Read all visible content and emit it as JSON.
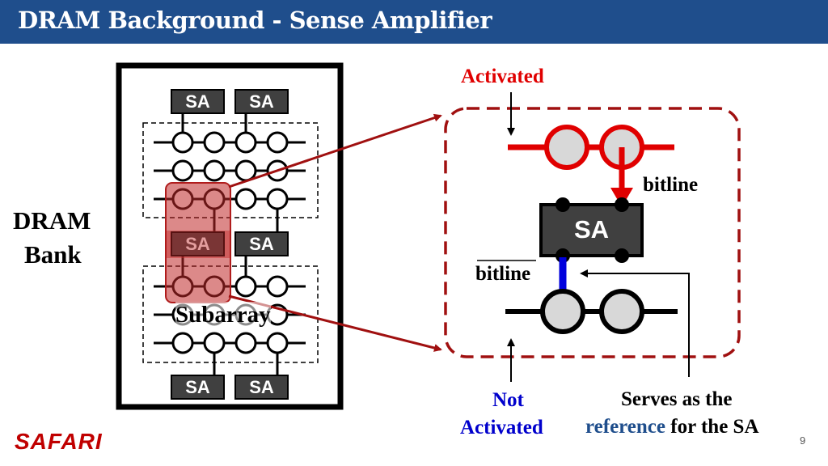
{
  "header": {
    "title": "DRAM Background - Sense Amplifier"
  },
  "bank": {
    "label_line1": "DRAM",
    "label_line2": "Bank",
    "subarray_label": "Subarray",
    "sa_label": "SA"
  },
  "zoom": {
    "activated_label": "Activated",
    "bitline_label": "bitline",
    "bitline_bar_label": "bitline",
    "sa_label": "SA",
    "not_activated_line1": "Not",
    "not_activated_line2": "Activated",
    "reference_line1": "Serves as the",
    "reference_word": "reference",
    "reference_tail": " for the SA"
  },
  "footer": {
    "logo": "SAFARI",
    "page_number": "9"
  },
  "colors": {
    "title_bar": "#1f4e8c",
    "activated": "#e00000",
    "dashed_border": "#a01010",
    "not_activated": "#0000cc",
    "reference": "#1f4e8c",
    "logo": "#c00000"
  }
}
